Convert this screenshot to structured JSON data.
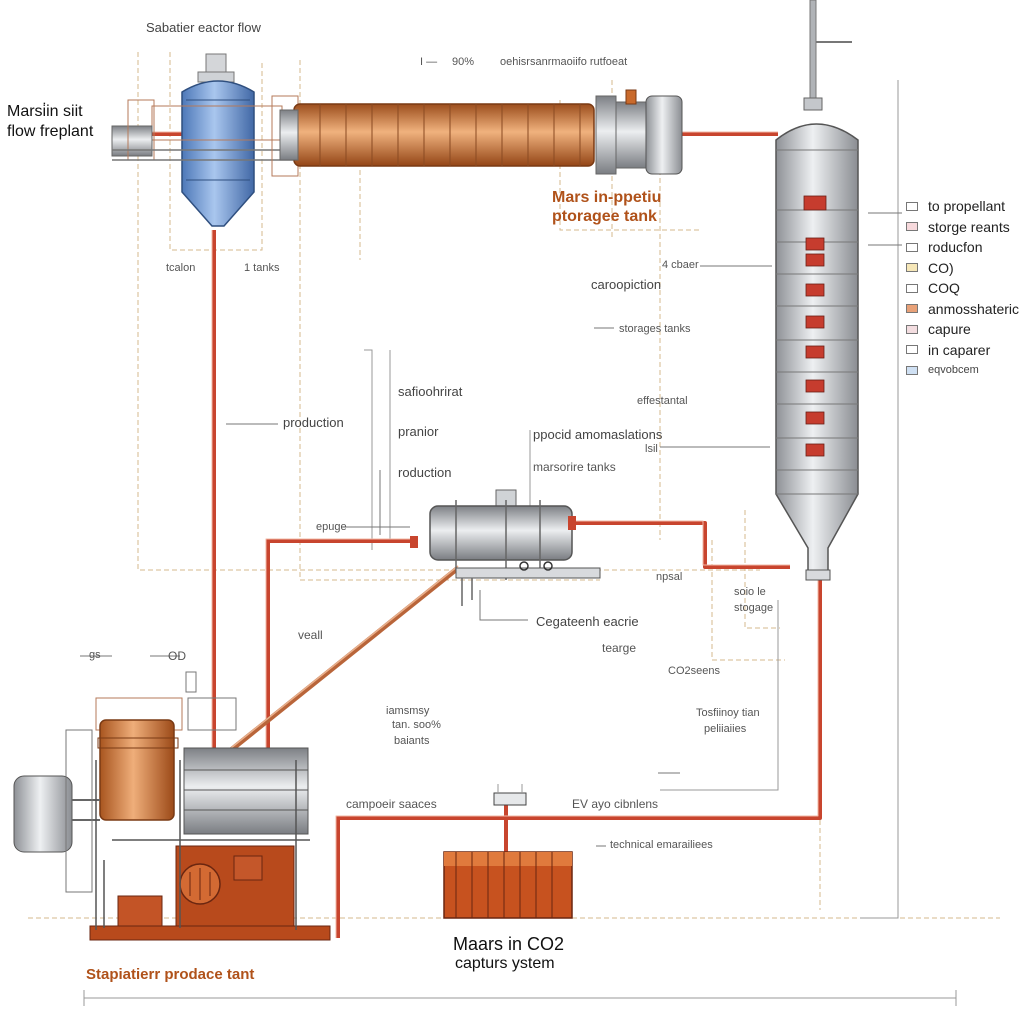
{
  "colors": {
    "background": "#ffffff",
    "pipe_red": "#c8452e",
    "copper": "#c96a2c",
    "steel": "#b9bcc0",
    "blue_tank": "#6f9bd3",
    "rust_base": "#b84a1c",
    "dashed_guides": "#d7b98d"
  },
  "labels": {
    "top_title": "Sabatier eactor flow",
    "left_title_line1": "Marsi̇in siit",
    "left_title_line2": "flow freplant",
    "top_pct": "90%",
    "top_pct_dash": "I —",
    "top_right_note": "oehisrsanrmaoiifo rutfoeat",
    "center_orange_line1": "Mars in-ppetiu",
    "center_orange_line2": "ptoragee tank",
    "tcalon": "tcalon",
    "one_tanks": "1 tanks",
    "four_cbaer": "4 cbaer",
    "caroopicition": "caroopiction",
    "storages_tanks": "storages tanks",
    "safioohrirat": "safioohrirat",
    "praniior": "pranior",
    "production_left": "production",
    "roduction_mid": "roduction",
    "effestantal": "effestantal",
    "ppocid": "ppocid amomaslations",
    "lsil": "lsil",
    "marsorire": "marsorire tanks",
    "epuge": "epuge",
    "npsal": "npsal",
    "solo_le": "soio le",
    "stogage": "stogage",
    "cbgateenh": "Cegateenh eacrie",
    "tearge": "tearge",
    "co2seens": "CO2seens",
    "veail": "veall",
    "gs": "gs",
    "od": "OD",
    "tosfiinoy_1": "Tosfiinoy tian",
    "tosfiinoy_2": "peliiaiies",
    "iamsmsy_1": "iamsmsy",
    "iamsmsy_2": "tan. soo%",
    "iamsmsy_3": "baiants",
    "campoeir": "campoeir saaces",
    "eve_ayo": "EV ayo cibnlens",
    "technical": "technical emarailiees",
    "bottom_center_line1": "Maars in CO2",
    "bottom_center_line2": "capturs ystem",
    "bottom_left_orange": "Stapiatierr prodace tant"
  },
  "legend": {
    "items": [
      {
        "label": "to propellant",
        "color": "#ffffff",
        "small": false
      },
      {
        "label": "storge reants",
        "color": "#f7d9dc",
        "small": false
      },
      {
        "label": "roducfon",
        "color": "#ffffff",
        "small": false
      },
      {
        "label": "CO)",
        "color": "#f6e7b8",
        "small": false
      },
      {
        "label": "COQ",
        "color": "#ffffff",
        "small": false
      },
      {
        "label": "anmosshateric",
        "color": "#e8a178",
        "small": false
      },
      {
        "label": "capure",
        "color": "#f3dde0",
        "small": false
      },
      {
        "label": "in caparer",
        "color": "#ffffff",
        "small": false
      },
      {
        "label": "eqvobcem",
        "color": "#cfe0f3",
        "small": true
      }
    ]
  }
}
